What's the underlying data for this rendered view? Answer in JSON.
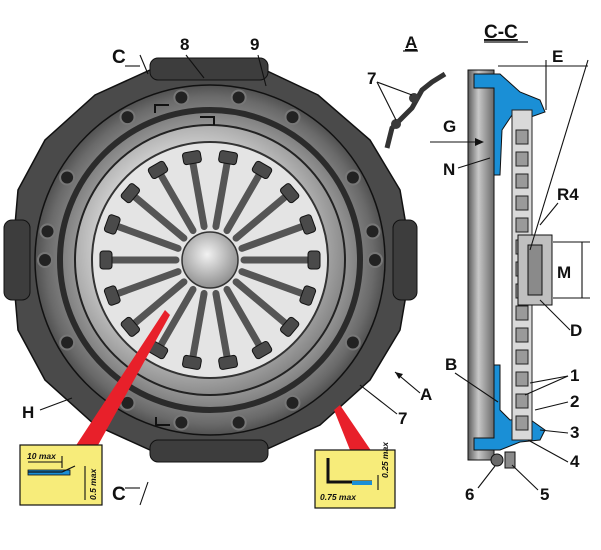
{
  "callouts": {
    "c1": "1",
    "c2": "2",
    "c3": "3",
    "c4": "4",
    "c5": "5",
    "c6": "6",
    "c7": "7",
    "c8": "8",
    "c9": "9"
  },
  "letters": {
    "a": "A",
    "b": "B",
    "d": "D",
    "e": "E",
    "g": "G",
    "h": "H",
    "m": "M",
    "n": "N",
    "r4": "R4"
  },
  "section_marks": {
    "c_top": "C",
    "c_bottom": "C"
  },
  "headings": {
    "view_a": "A",
    "section_cc": "C-C"
  },
  "inset_left": {
    "dim_top": "10 max",
    "dim_side": "0.5 max"
  },
  "inset_right": {
    "dim_side": "0.25 max",
    "dim_bottom": "0.75 max"
  },
  "colors": {
    "accent_blue": "#1a8fd6",
    "inset_fill": "#f7ec7a",
    "callout_red": "#e8202a",
    "metal_dark": "#3a3a3a",
    "metal_light": "#d9d9d9"
  }
}
